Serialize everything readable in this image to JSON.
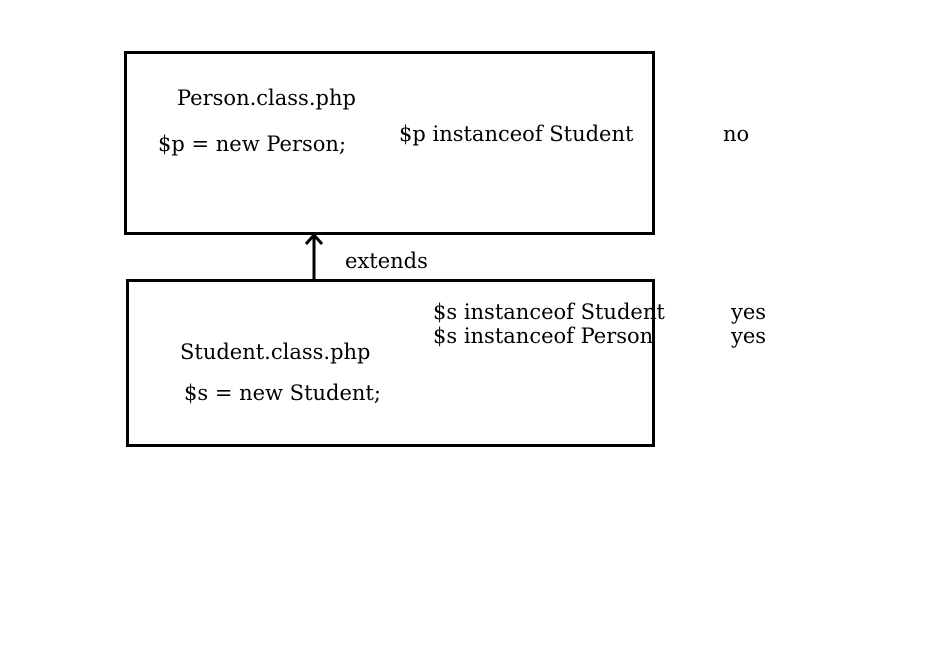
{
  "person": {
    "filename": "Person.class.php",
    "code": "$p = new Person;",
    "check": {
      "expression": "$p instanceof Student",
      "result": "no"
    }
  },
  "relation": {
    "label": "extends"
  },
  "student": {
    "filename": "Student.class.php",
    "code": "$s = new Student;",
    "checks": [
      {
        "expression": "$s instanceof Student",
        "result": "yes"
      },
      {
        "expression": "$s instanceof Person",
        "result": "yes"
      }
    ]
  }
}
